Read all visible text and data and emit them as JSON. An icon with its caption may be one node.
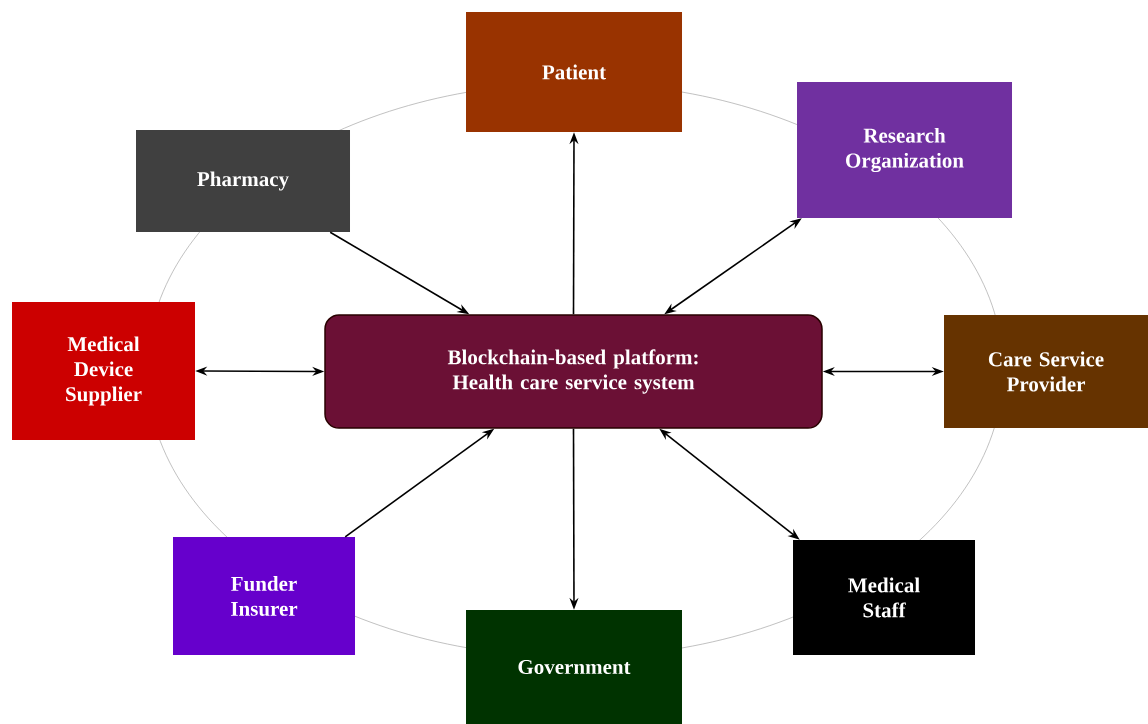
{
  "diagram": {
    "nodes": [
      {
        "text": [
          "Patient"
        ]
      },
      {
        "text": [
          "Pharmacy"
        ]
      },
      {
        "text": [
          "Research Organization"
        ]
      },
      {
        "text": [
          "Medical Device Supplier"
        ]
      },
      {
        "text": [
          "Blockchain-based platform: Health care service system"
        ]
      },
      {
        "text": [
          "Care Service Provider"
        ]
      },
      {
        "text": [
          "Funder Insurer"
        ]
      },
      {
        "text": [
          "Medical Staff"
        ]
      },
      {
        "text": [
          "Government"
        ]
      }
    ],
    "edges": [
      {
        "from": 4,
        "to": 0,
        "arrow": "to"
      },
      {
        "from": 1,
        "to": 4,
        "arrow": "to"
      },
      {
        "from": 4,
        "to": 2,
        "arrow": "both"
      },
      {
        "from": 3,
        "to": 4,
        "arrow": "both"
      },
      {
        "from": 4,
        "to": 5,
        "arrow": "both"
      },
      {
        "from": 6,
        "to": 4,
        "arrow": "to"
      },
      {
        "from": 4,
        "to": 8,
        "arrow": "to"
      },
      {
        "from": 4,
        "to": 7,
        "arrow": "both"
      }
    ]
  }
}
